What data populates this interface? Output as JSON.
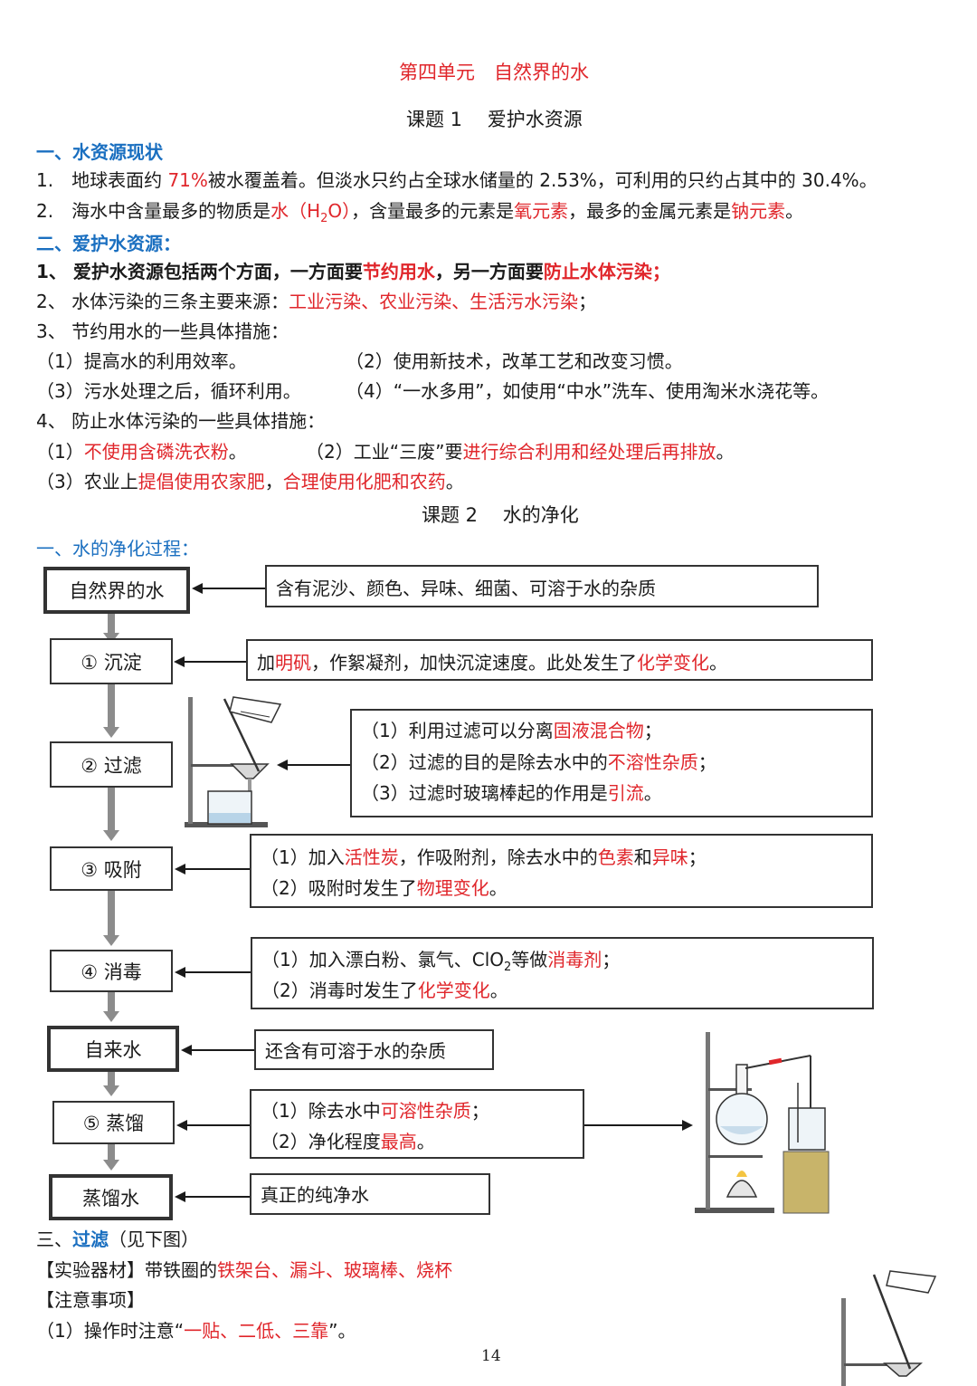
{
  "header": {
    "unit_title": "第四单元　自然界的水",
    "lesson1_title": "课题 1　 爱护水资源"
  },
  "s1": {
    "heading": "一、水资源现状",
    "l1": {
      "a": "1.　地球表面约 ",
      "b": "71%",
      "c": "被水覆盖着。但淡水只约占全球水储量的 2.53%，可利用的只约占其中的 30.4%。"
    },
    "l2": {
      "a": "2.　海水中含量最多的物质是",
      "b": "水（H",
      "sub": "2",
      "c": "O）",
      "d": "，含量最多的元素是",
      "e": "氧元素",
      "f": "，最多的金属元素是",
      "g": "钠元素",
      "h": "。"
    }
  },
  "s2": {
    "heading": "二、爱护水资源：",
    "l1": {
      "a": "1、 爱护水资源包括两个方面，一方面要",
      "b": "节约用水",
      "c": "，另一方面要",
      "d": "防止水体污染；"
    },
    "l2": {
      "a": "2、 水体污染的三条主要来源：",
      "b": "工业污染、农业污染、生活污水污染",
      "c": "；"
    },
    "l3": "3、 节约用水的一些具体措施：",
    "l3_1": "（1）提高水的利用效率。",
    "l3_2": "（2）使用新技术，改革工艺和改变习惯。",
    "l3_3": "（3）污水处理之后，循环利用。",
    "l3_4": "（4）“一水多用”，如使用“中水”洗车、使用淘米水浇花等。",
    "l4": "4、 防止水体污染的一些具体措施：",
    "l4_1": {
      "a": "（1）",
      "b": "不使用含磷洗衣粉",
      "c": "。"
    },
    "l4_2": {
      "a": "（2）工业“三废”要",
      "b": "进行综合利用和经处理后再排放",
      "c": "。"
    },
    "l4_3": {
      "a": "（3）农业上",
      "b": "提倡使用农家肥",
      "c": "，",
      "d": "合理使用化肥和农药",
      "e": "。"
    }
  },
  "lesson2_title": "课题 2　 水的净化",
  "flow": {
    "heading": "一、水的净化过程：",
    "stages": {
      "natural": "自然界的水",
      "settle": "① 沉淀",
      "filter": "② 过滤",
      "adsorb": "③ 吸附",
      "disinfect": "④ 消毒",
      "tap": "自来水",
      "distill": "⑤ 蒸馏",
      "distilled": "蒸馏水"
    },
    "d_natural": "含有泥沙、颜色、异味、细菌、可溶于水的杂质",
    "d_settle": {
      "a": "加",
      "b": "明矾",
      "c": "，作絮凝剂，加快沉淀速度。此处发生了",
      "d": "化学变化",
      "e": "。"
    },
    "d_filter1": {
      "a": "（1）利用过滤可以分离",
      "b": "固液混合物",
      "c": "；"
    },
    "d_filter2": {
      "a": "（2）过滤的目的是除去水中的",
      "b": "不溶性杂质",
      "c": "；"
    },
    "d_filter3": {
      "a": "（3）过滤时玻璃棒起的作用是",
      "b": "引流",
      "c": "。"
    },
    "d_adsorb1": {
      "a": "（1）加入",
      "b": "活性炭",
      "c": "，作吸附剂，除去水中的",
      "d": "色素",
      "e": "和",
      "f": "异味",
      "g": "；"
    },
    "d_adsorb2": {
      "a": "（2）吸附时发生了",
      "b": "物理变化",
      "c": "。"
    },
    "d_disinfect1": {
      "a": "（1）加入漂白粉、氯气、ClO",
      "sub": "2",
      "c": "等做",
      "d": "消毒剂",
      "e": "；"
    },
    "d_disinfect2": {
      "a": "（2）消毒时发生了",
      "b": "化学变化",
      "c": "。"
    },
    "d_tap": "还含有可溶于水的杂质",
    "d_distill1": {
      "a": "（1）除去水中",
      "b": "可溶性杂质",
      "c": "；"
    },
    "d_distill2": {
      "a": "（2）净化程度",
      "b": "最高",
      "c": "。"
    },
    "d_distilled": "真正的纯净水"
  },
  "s3": {
    "heading_a": "三、",
    "heading_b": "过滤",
    "heading_c": "（见下图）",
    "equip": {
      "a": "【实验器材】带铁圈的",
      "b": "铁架台、漏斗、玻璃棒、烧杯"
    },
    "notes": "【注意事项】",
    "n1": {
      "a": "（1）操作时注意“",
      "b": "一贴、二低、三靠",
      "c": "”。"
    }
  },
  "page_number": "14",
  "colors": {
    "red": "#e0262b",
    "blue": "#1a6fc0",
    "arrow_gray": "#8c8c8c"
  }
}
